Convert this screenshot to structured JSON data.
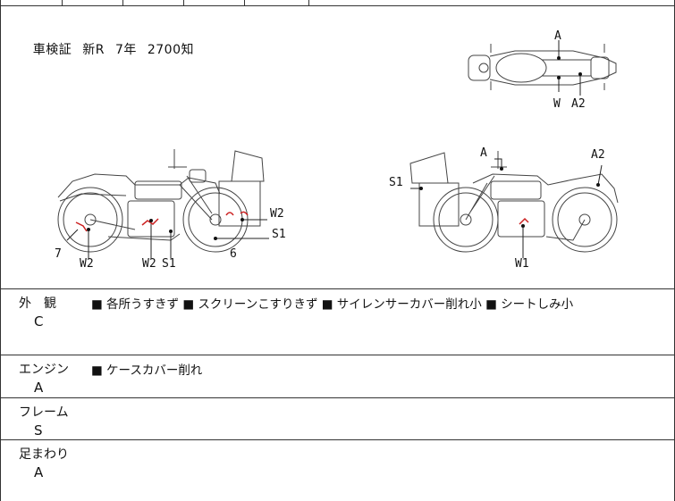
{
  "registration": {
    "label": "車検証",
    "status": "新R",
    "year": "7年",
    "mileage": "2700知"
  },
  "diagram_labels": {
    "top_view": [
      "A",
      "W",
      "A2"
    ],
    "left_view": [
      "7",
      "W2",
      "W2",
      "S1",
      "6",
      "W2",
      "S1"
    ],
    "right_view": [
      "A",
      "A2",
      "S1",
      "W1"
    ]
  },
  "sections": [
    {
      "label": "外　観",
      "grade": "C",
      "notes": "■ 各所うすきず ■ スクリーンこすりきず ■ サイレンサーカバー削れ小 ■ シートしみ小"
    },
    {
      "label": "エンジン",
      "grade": "A",
      "notes": "■ ケースカバー削れ"
    },
    {
      "label": "フレーム",
      "grade": "S",
      "notes": ""
    },
    {
      "label": "足まわり",
      "grade": "A",
      "notes": ""
    }
  ],
  "colors": {
    "border": "#333333",
    "damage_mark": "#cc2222"
  }
}
